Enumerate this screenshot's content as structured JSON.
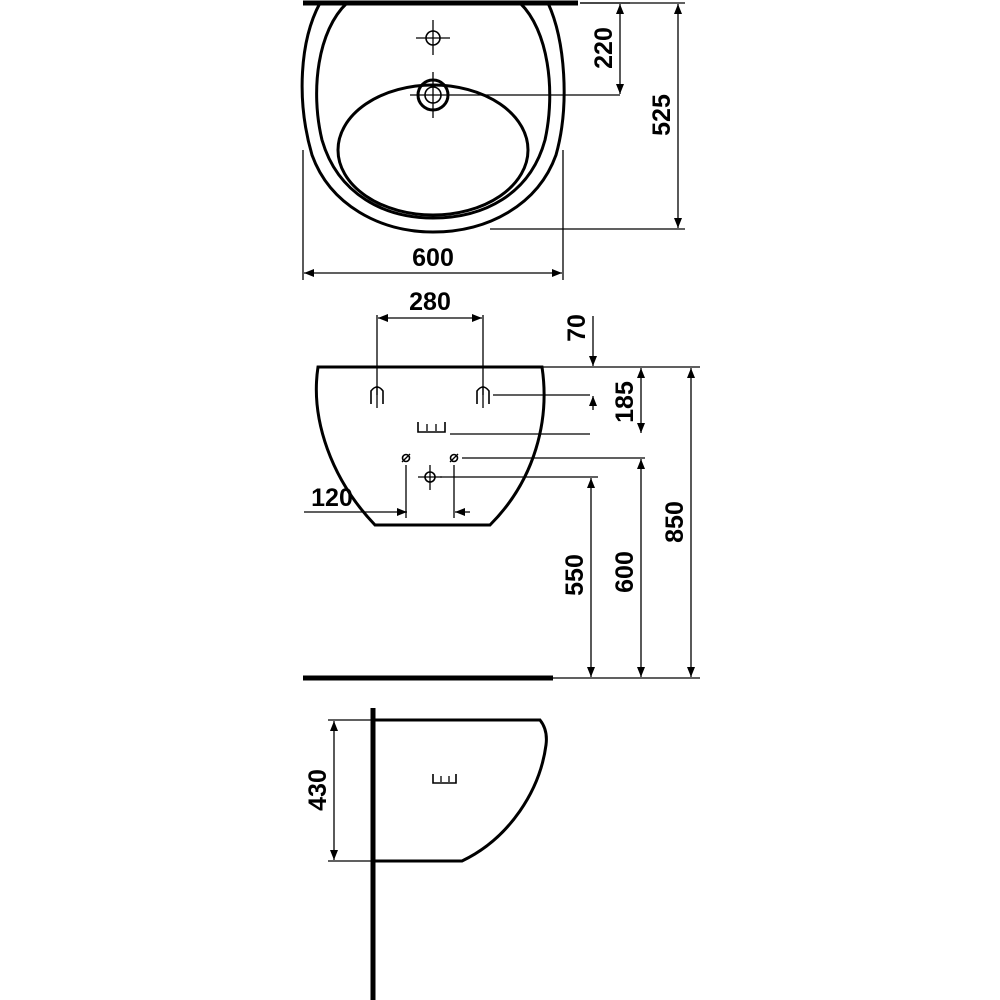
{
  "drawing": {
    "top_view": {
      "dimensions": {
        "width": "600",
        "depth": "525",
        "tap_hole_distance": "220"
      }
    },
    "front_view": {
      "dimensions": {
        "bracket_spacing": "280",
        "rim_to_bracket": "70",
        "rim_to_overflow": "185",
        "waste_spacing": "120",
        "height_550": "550",
        "height_600": "600",
        "height_850": "850"
      }
    },
    "side_view": {
      "dimensions": {
        "basin_height": "430"
      }
    }
  }
}
